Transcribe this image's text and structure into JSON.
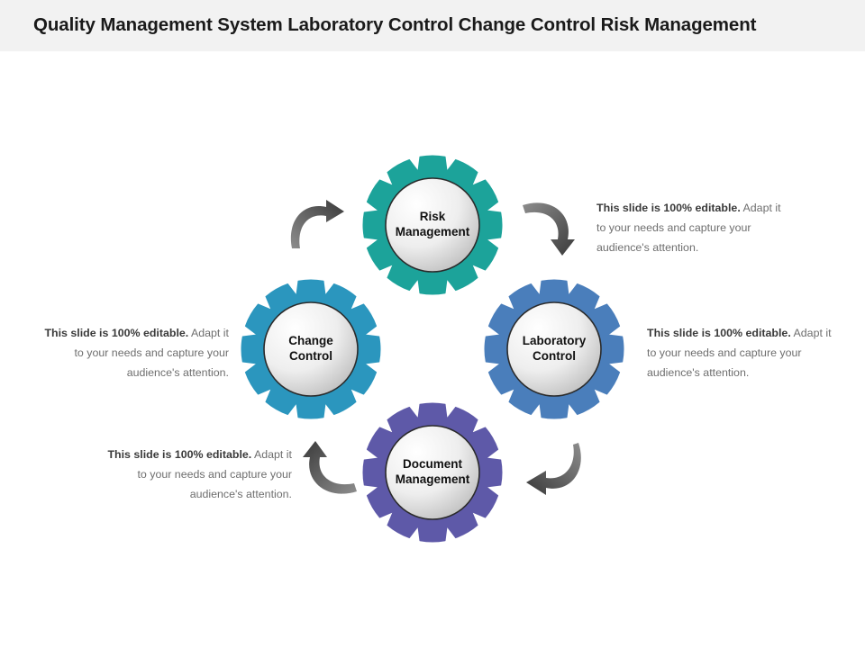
{
  "header": {
    "title": "Quality Management System Laboratory Control Change Control Risk Management"
  },
  "colors": {
    "header_bg": "#F2F2F2",
    "page_bg": "#FFFFFF",
    "title_text": "#1A1A1A",
    "body_text": "#6E6E6E",
    "body_text_bold": "#3A3A3A",
    "arrow": "#4A4A4A",
    "gear_teal": "#1CA39A",
    "gear_blue": "#4A7EBB",
    "gear_cyan": "#2B96BE",
    "gear_purple": "#5E59A8",
    "hub_light": "#FDFDFD",
    "hub_dark": "#BFBFBF"
  },
  "diagram": {
    "type": "gear-cycle",
    "gear_count": 4,
    "teeth_per_gear": 12,
    "rotation_direction": "clockwise",
    "gears": [
      {
        "id": "risk",
        "position": "top",
        "line1": "Risk",
        "line2": "Management",
        "color": "#1CA39A"
      },
      {
        "id": "laboratory",
        "position": "right",
        "line1": "Laboratory",
        "line2": "Control",
        "color": "#4A7EBB"
      },
      {
        "id": "document",
        "position": "bottom",
        "line1": "Document",
        "line2": "Management",
        "color": "#5E59A8"
      },
      {
        "id": "change",
        "position": "left",
        "line1": "Change",
        "line2": "Control",
        "color": "#2B96BE"
      }
    ],
    "arrows": [
      {
        "id": "top-left",
        "points": "clockwise-to-top"
      },
      {
        "id": "top-right",
        "points": "clockwise-to-right"
      },
      {
        "id": "bottom-right",
        "points": "clockwise-to-bottom"
      },
      {
        "id": "bottom-left",
        "points": "clockwise-to-left"
      }
    ]
  },
  "callouts": [
    {
      "id": "risk-note",
      "align": "left",
      "bold": "This slide is 100% editable.",
      "rest": " Adapt it to your needs and capture your audience's attention."
    },
    {
      "id": "laboratory-note",
      "align": "left",
      "bold": "This slide is 100% editable.",
      "rest": " Adapt it to your needs and capture your audience's attention."
    },
    {
      "id": "change-note",
      "align": "right",
      "bold": "This slide is 100% editable.",
      "rest": " Adapt it to your needs and capture your audience's attention."
    },
    {
      "id": "document-note",
      "align": "right",
      "bold": "This slide is 100% editable.",
      "rest": " Adapt it to your needs and capture your audience's attention."
    }
  ]
}
